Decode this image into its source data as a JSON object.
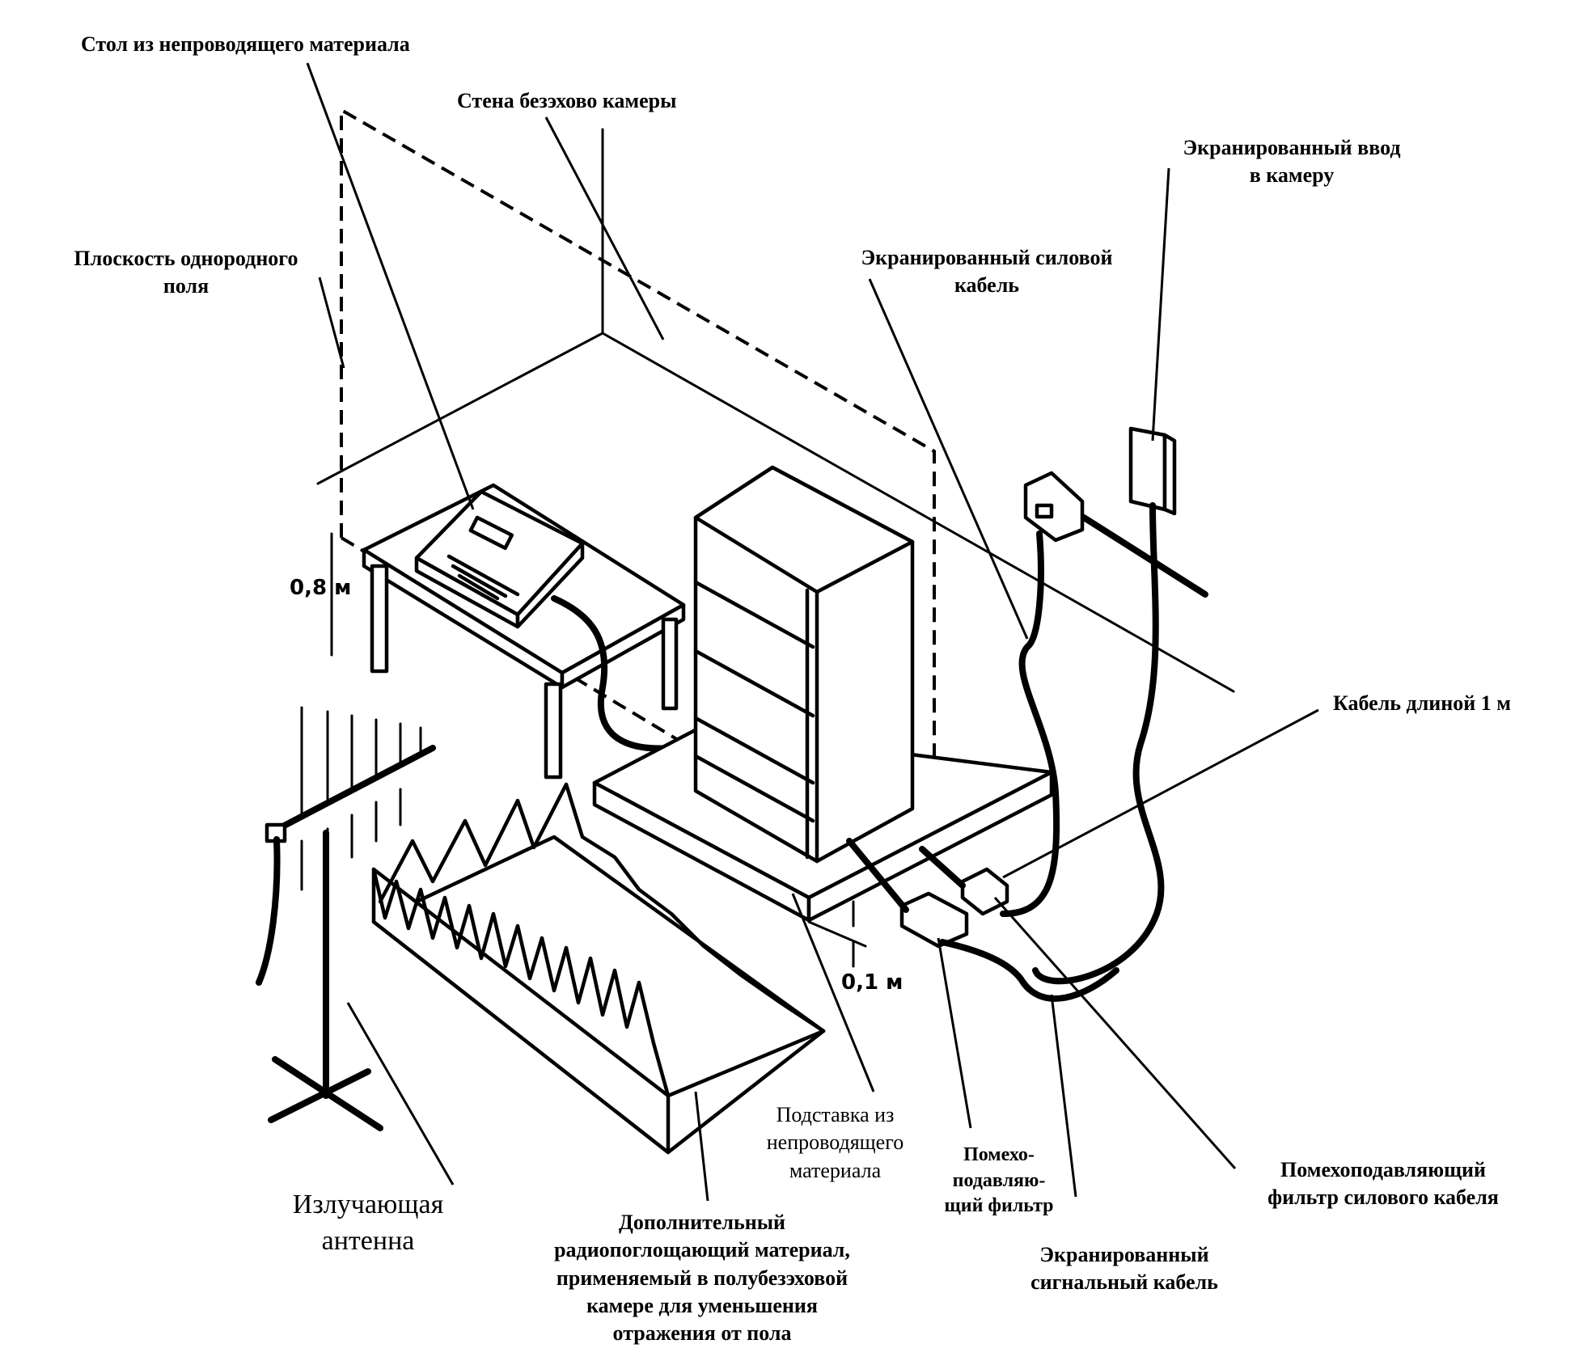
{
  "labels": {
    "table": "Стол из непроводящего материала",
    "wall": "Стена безэхово камеры",
    "plane_line1": "Плоскость однородного",
    "plane_line2": "поля",
    "shielded_input_line1": "Экранированный ввод",
    "shielded_input_line2": "в камеру",
    "power_cable_line1": "Экранированный силовой",
    "power_cable_line2": "кабель",
    "cable_1m": "Кабель длиной 1 м",
    "antenna_line1": "Излучающая",
    "antenna_line2": "антенна",
    "stand_line1": "Подставка из",
    "stand_line2": "непроводящего",
    "stand_line3": "материала",
    "absorber_line1": "Дополнительный",
    "absorber_line2": "радиопоглощающий материал,",
    "absorber_line3": "применяемый в полубезэховой",
    "absorber_line4": "камере для уменьшения",
    "absorber_line5": "отражения от пола",
    "filter_line1": "Помехо-",
    "filter_line2": "подавляю-",
    "filter_line3": "щий фильтр",
    "power_filter_line1": "Помехоподавляющий",
    "power_filter_line2": "фильтр силового кабеля",
    "signal_cable_line1": "Экранированный",
    "signal_cable_line2": "сигнальный кабель",
    "dim_table_height": "0,8 м",
    "dim_stand_height": "0,1 м"
  }
}
